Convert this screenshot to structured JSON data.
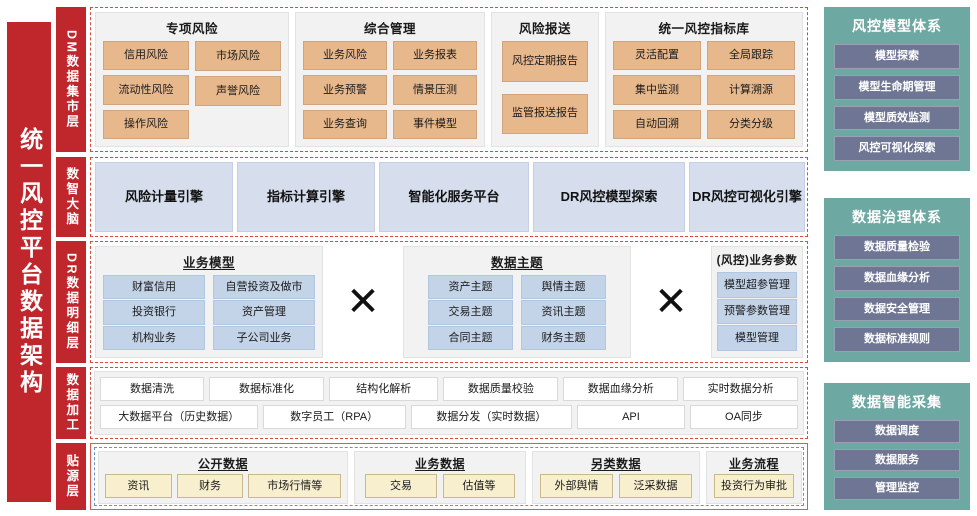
{
  "main_title": "统一风控平台数据架构",
  "layers": [
    {
      "key": "dm",
      "label": "DM数据集市层"
    },
    {
      "key": "brain",
      "label": "数智大脑"
    },
    {
      "key": "dr",
      "label": "DR数据明细层"
    },
    {
      "key": "proc",
      "label": "数据加工"
    },
    {
      "key": "src",
      "label": "贴源层"
    }
  ],
  "dm": {
    "groups": [
      {
        "title": "专项风险",
        "columns": [
          [
            "信用风险",
            "流动性风险",
            "操作风险"
          ],
          [
            "市场风险",
            "声誉风险",
            ""
          ]
        ]
      },
      {
        "title": "综合管理",
        "columns": [
          [
            "业务风险",
            "业务预警",
            "业务查询"
          ],
          [
            "业务报表",
            "情景压测",
            "事件模型"
          ]
        ]
      },
      {
        "title": "风险报送",
        "columns": [
          [
            "风控定期报告",
            "监管报送报告"
          ]
        ]
      },
      {
        "title": "统一风控指标库",
        "columns": [
          [
            "灵活配置",
            "集中监测",
            "自动回溯"
          ],
          [
            "全局跟踪",
            "计算溯源",
            "分类分级"
          ]
        ]
      }
    ]
  },
  "brain": {
    "engines": [
      "风险计量引擎",
      "指标计算引擎",
      "智能化服务平台",
      "DR风控模型探索",
      "DR风控可视化引擎"
    ]
  },
  "dr": {
    "groups": [
      {
        "title": "业务模型",
        "columns": [
          [
            "财富信用",
            "投资银行",
            "机构业务"
          ],
          [
            "自营投资及做市",
            "资产管理",
            "子公司业务"
          ]
        ]
      },
      {
        "title": "数据主题",
        "columns": [
          [
            "资产主题",
            "交易主题",
            "合同主题"
          ],
          [
            "舆情主题",
            "资讯主题",
            "财务主题"
          ]
        ]
      },
      {
        "title": "(风控)业务参数",
        "columns": [
          [
            "模型超参管理",
            "预警参数管理",
            "模型管理"
          ]
        ]
      }
    ],
    "operator": "✕"
  },
  "proc": {
    "row1": [
      "数据清洗",
      "数据标准化",
      "结构化解析",
      "数据质量校验",
      "数据血缘分析",
      "实时数据分析"
    ],
    "row2": [
      "大数据平台（历史数据）",
      "数字员工（RPA）",
      "数据分发（实时数据）",
      "API",
      "OA同步"
    ]
  },
  "src": {
    "groups": [
      {
        "title": "公开数据",
        "items": [
          "资讯",
          "财务",
          "市场行情等"
        ]
      },
      {
        "title": "业务数据",
        "items": [
          "交易",
          "估值等"
        ]
      },
      {
        "title": "另类数据",
        "items": [
          "外部舆情",
          "泛采数据"
        ]
      },
      {
        "title": "业务流程",
        "items": [
          "投资行为审批"
        ]
      }
    ]
  },
  "panels": [
    {
      "title": "风控模型体系",
      "items": [
        "模型探索",
        "模型生命期管理",
        "模型质效监测",
        "风控可视化探索"
      ]
    },
    {
      "title": "数据治理体系",
      "items": [
        "数据质量检验",
        "数据血缘分析",
        "数据安全管理",
        "数据标准规则"
      ]
    },
    {
      "title": "数据智能采集",
      "items": [
        "数据调度",
        "数据服务",
        "管理监控"
      ]
    }
  ],
  "colors": {
    "brand_red": "#C0272D",
    "chip_orange": "#E8B88D",
    "chip_blue": "#C3D3E8",
    "chip_cream": "#F7EFCE",
    "panel_teal": "#6DA8A2",
    "panel_chip": "#6F7693"
  }
}
